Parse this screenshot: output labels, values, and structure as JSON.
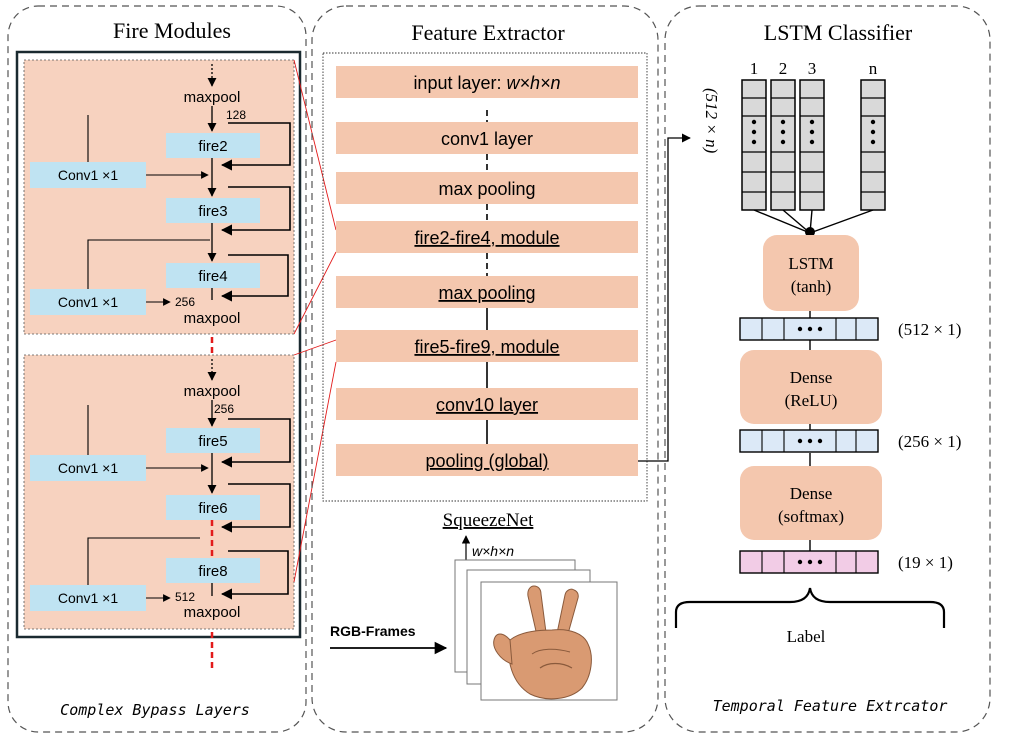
{
  "fire_modules": {
    "title": "Fire Modules",
    "footer": "Complex Bypass Layers",
    "top": {
      "maxpool_in": "maxpool",
      "ch_in": "128",
      "fires": [
        "fire2",
        "fire3",
        "fire4"
      ],
      "conv_a": "Conv1 ×1",
      "conv_b": "Conv1 ×1",
      "ch_out": "256",
      "maxpool_out": "maxpool"
    },
    "bottom": {
      "maxpool_in": "maxpool",
      "ch_in": "256",
      "fires": [
        "fire5",
        "fire6",
        "fire8"
      ],
      "conv_a": "Conv1 ×1",
      "conv_b": "Conv1 ×1",
      "ch_out": "512",
      "maxpool_out": "maxpool"
    }
  },
  "feature_extractor": {
    "title": "Feature Extractor",
    "layers": [
      {
        "pre": "input layer: ",
        "em": "w×h×n"
      },
      {
        "pre": "conv1 layer"
      },
      {
        "pre": "max pooling"
      },
      {
        "pre": "fire2-fire4, module",
        "u": true
      },
      {
        "pre": "max pooling",
        "u": true
      },
      {
        "pre": "fire5-fire9, module",
        "u": true
      },
      {
        "pre": "conv10 layer",
        "u": true
      },
      {
        "pre": "pooling (global)",
        "u": true
      }
    ],
    "net_label": "SqueezeNet",
    "input_dims": "w×h×n",
    "rgb_label": "RGB-Frames"
  },
  "lstm_classifier": {
    "title": "LSTM Classifier",
    "footer": "Temporal Feature Extrcator",
    "columns": [
      "1",
      "2",
      "3",
      "n"
    ],
    "seq_dims": "(512 × n)",
    "blocks": [
      {
        "name": "LSTM",
        "act": "(tanh)"
      },
      {
        "name": "Dense",
        "act": "(ReLU)"
      },
      {
        "name": "Dense",
        "act": "(softmax)"
      }
    ],
    "vec_dims": [
      "(512 × 1)",
      "(256 × 1)",
      "(19 × 1)"
    ],
    "output_label": "Label"
  },
  "colors": {
    "peach": "#F4C7AE",
    "light_blue": "#BFE3F2",
    "vec_blue": "#DCE9F7",
    "vec_pink": "#F2CCE6",
    "col_gray": "#D9D9D9",
    "red": "#E21B1B"
  }
}
